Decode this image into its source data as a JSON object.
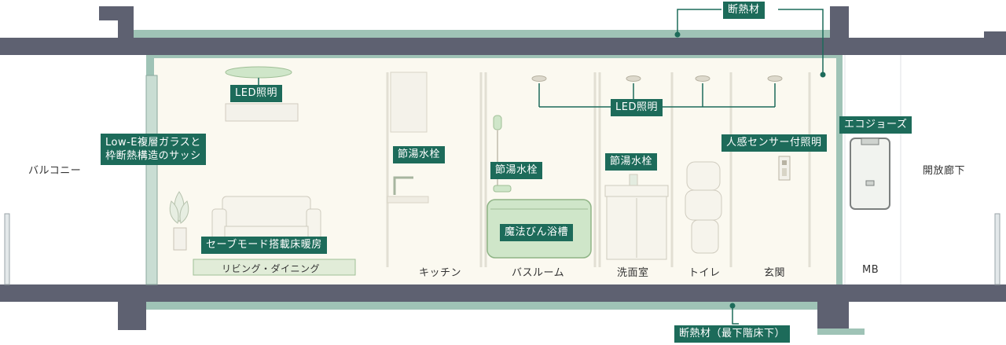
{
  "colors": {
    "structure": "#5e6171",
    "insulation": "#9fc3b6",
    "interior": "#fbf9f0",
    "label_bg": "#1d6b5a",
    "equipment": "#cfe6c9"
  },
  "labels": {
    "insulation": "断熱材",
    "insulation_floor": "断熱材（最下階床下）",
    "led_living": "LED照明",
    "led_wet": "LED照明",
    "glass": "Low-E複層ガラスと\n枠断熱構造のサッシ",
    "floor_heating": "セーブモード搭載床暖房",
    "faucet_kitchen": "節湯水栓",
    "faucet_bath": "節湯水栓",
    "faucet_wash": "節湯水栓",
    "bathtub": "魔法びん浴槽",
    "sensor_light": "人感センサー付照明",
    "ecojoze": "エコジョーズ"
  },
  "rooms": {
    "balcony": "バルコニー",
    "living": "リビング・ダイニング",
    "kitchen": "キッチン",
    "bathroom": "バスルーム",
    "washroom": "洗面室",
    "toilet": "トイレ",
    "entrance": "玄関",
    "mb": "MB",
    "corridor": "開放廊下"
  }
}
